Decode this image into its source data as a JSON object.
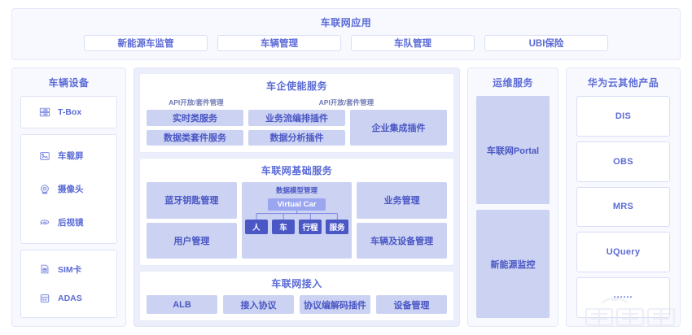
{
  "applications": {
    "title": "车联网应用",
    "items": [
      {
        "label": "新能源车监管"
      },
      {
        "label": "车辆管理"
      },
      {
        "label": "车队管理"
      },
      {
        "label": "UBI保险"
      }
    ]
  },
  "devices": {
    "title": "车辆设备",
    "groups": [
      {
        "items": [
          {
            "label": "T-Box",
            "icon": "server-icon"
          }
        ]
      },
      {
        "items": [
          {
            "label": "车载屏",
            "icon": "display-screen-icon"
          },
          {
            "label": "摄像头",
            "icon": "camera-icon"
          },
          {
            "label": "后视镜",
            "icon": "rearview-mirror-icon"
          }
        ]
      },
      {
        "items": [
          {
            "label": "SIM卡",
            "icon": "sim-card-icon"
          },
          {
            "label": "ADAS",
            "icon": "adas-module-icon"
          }
        ]
      }
    ]
  },
  "enabling": {
    "title": "车企使能服务",
    "sublabels": [
      "API开放/套件管理",
      "API开放/套件管理"
    ],
    "col1": [
      {
        "label": "实时类服务"
      },
      {
        "label": "数据类套件服务"
      }
    ],
    "col2": [
      {
        "label": "业务流编排插件"
      },
      {
        "label": "数据分析插件"
      }
    ],
    "col3": [
      {
        "label": "企业集成插件"
      }
    ]
  },
  "basic": {
    "title": "车联网基础服务",
    "left": [
      {
        "label": "蓝牙钥匙管理"
      },
      {
        "label": "用户管理"
      }
    ],
    "model": {
      "title": "数据模型管理",
      "root": "Virtual Car",
      "leaves": [
        "人",
        "车",
        "行程",
        "服务"
      ]
    },
    "right": [
      {
        "label": "业务管理"
      },
      {
        "label": "车辆及设备管理"
      }
    ]
  },
  "access": {
    "title": "车联网接入",
    "items": [
      {
        "label": "ALB"
      },
      {
        "label": "接入协议"
      },
      {
        "label": "协议编解码插件"
      },
      {
        "label": "设备管理"
      }
    ]
  },
  "ops": {
    "title": "运维服务",
    "items": [
      {
        "label": "车联网Portal"
      },
      {
        "label": "新能源监控"
      }
    ]
  },
  "other_products": {
    "title": "华为云其他产品",
    "items": [
      {
        "label": "DIS"
      },
      {
        "label": "OBS"
      },
      {
        "label": "MRS"
      },
      {
        "label": "UQuery"
      },
      {
        "label": "······"
      }
    ]
  },
  "watermark": {
    "text": "车东西"
  },
  "colors": {
    "accent": "#5b6bd6",
    "tile_bg": "#ccd2f2",
    "tile_text": "#4a57c4",
    "leaf_bg": "#4a57c4",
    "root_bg": "#9aa6ef",
    "panel_bg": "#f8f9fe",
    "center_bg": "#ecefFb",
    "border": "#e4e8f8"
  }
}
